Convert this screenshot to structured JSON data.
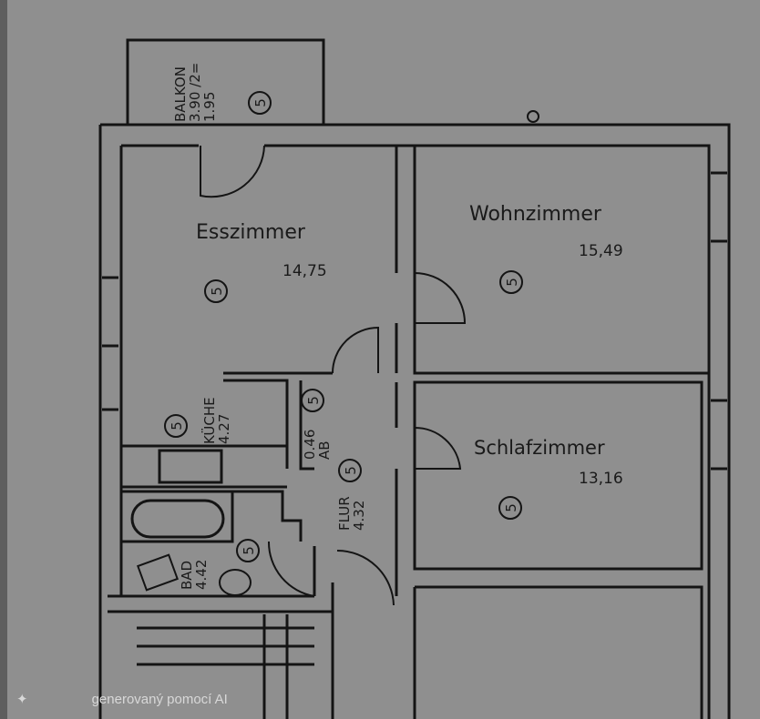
{
  "rooms": [
    {
      "name": "Esszimmer",
      "area": "14,75",
      "code": "5"
    },
    {
      "name": "Wohnzimmer",
      "area": "15,49",
      "code": "5"
    },
    {
      "name": "Schlafzimmer",
      "area": "13,16",
      "code": "5"
    },
    {
      "name": "KÜCHE",
      "area": "4.27",
      "code": "5"
    },
    {
      "name": "FLUR",
      "area": "4.32",
      "code": "5"
    },
    {
      "name": "BAD",
      "area": "4.42",
      "code": "5"
    },
    {
      "name": "AB",
      "area": "0.46",
      "code": "5"
    }
  ],
  "balkon": {
    "name": "BALKON",
    "calc": "3.90 /2=",
    "area": "1.95",
    "code": "5"
  },
  "watermark": {
    "icon": "sparkle-icon",
    "text": "generovaný pomocí AI"
  }
}
